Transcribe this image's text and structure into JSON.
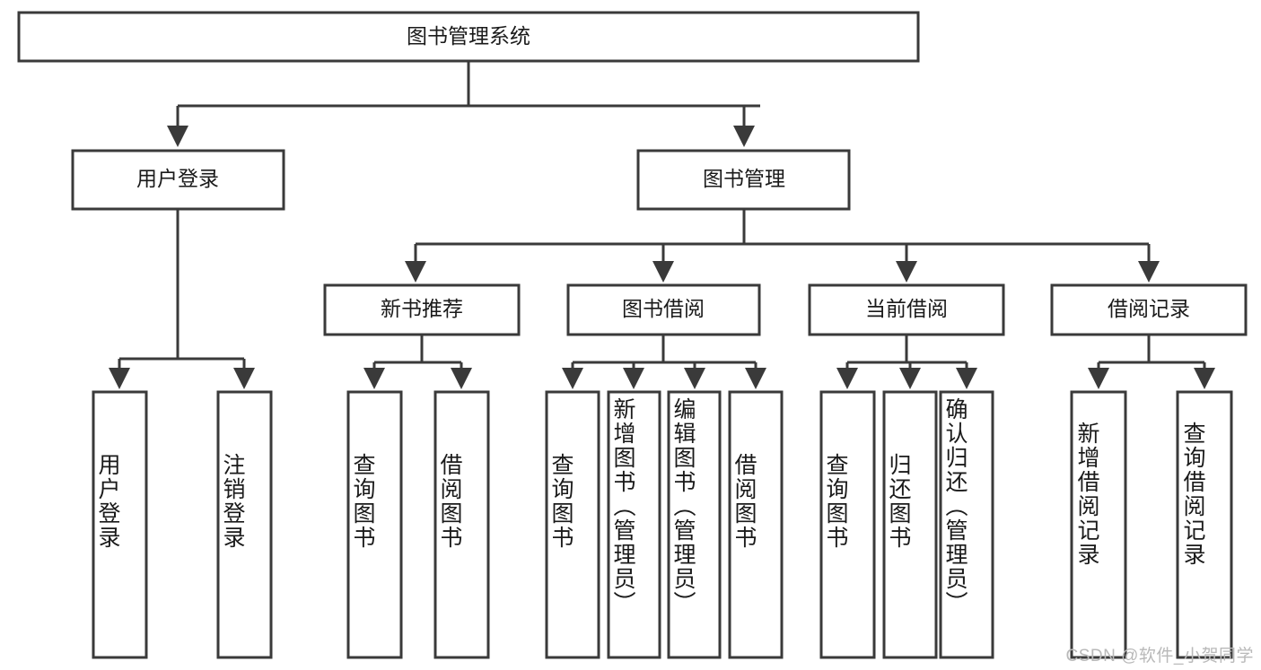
{
  "diagram": {
    "title": "图书管理系统",
    "type": "tree-hierarchy",
    "orientation": "top-down",
    "colors": {
      "box_stroke": "#3a3a3a",
      "box_fill": "#ffffff",
      "text": "#1a1a1a",
      "connector": "#3a3a3a",
      "watermark": "#b9b9b9",
      "background": "#ffffff"
    },
    "root": {
      "label": "图书管理系统"
    },
    "level2": [
      {
        "label": "用户登录"
      },
      {
        "label": "图书管理"
      }
    ],
    "level3": [
      {
        "label": "新书推荐"
      },
      {
        "label": "图书借阅"
      },
      {
        "label": "当前借阅"
      },
      {
        "label": "借阅记录"
      }
    ],
    "leaves": {
      "user_login": [
        {
          "label": "用户登录"
        },
        {
          "label": "注销登录"
        }
      ],
      "new_book_recommend": [
        {
          "label": "查询图书"
        },
        {
          "label": "借阅图书"
        }
      ],
      "book_borrow": [
        {
          "label": "查询图书"
        },
        {
          "label": "新增图书（管理员）"
        },
        {
          "label": "编辑图书（管理员）"
        },
        {
          "label": "借阅图书"
        }
      ],
      "current_borrow": [
        {
          "label": "查询图书"
        },
        {
          "label": "归还图书"
        },
        {
          "label": "确认归还（管理员）"
        }
      ],
      "borrow_record": [
        {
          "label": "新增借阅记录"
        },
        {
          "label": "查询借阅记录"
        }
      ]
    }
  },
  "watermark": {
    "text": "CSDN @软件_小贺同学"
  }
}
